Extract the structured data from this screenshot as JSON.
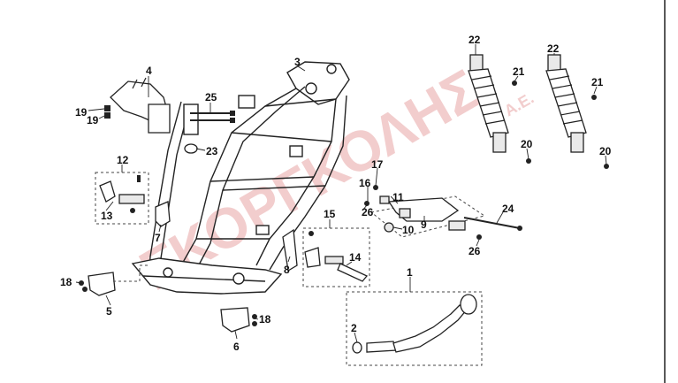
{
  "diagram": {
    "watermark": {
      "main": "ΓΚΟΡΓΚΟΛΗΣ",
      "suffix": "Α.Ε."
    },
    "callouts": {
      "c1": "1",
      "c2": "2",
      "c3": "3",
      "c4": "4",
      "c5": "5",
      "c6": "6",
      "c7": "7",
      "c8": "8",
      "c9": "9",
      "c10": "10",
      "c11": "11",
      "c12": "12",
      "c13": "13",
      "c14": "14",
      "c15": "15",
      "c16": "16",
      "c17": "17",
      "c18a": "18",
      "c18b": "18",
      "c19a": "19",
      "c19b": "19",
      "c20a": "20",
      "c20b": "20",
      "c21a": "21",
      "c21b": "21",
      "c22a": "22",
      "c22b": "22",
      "c23": "23",
      "c24": "24",
      "c25": "25",
      "c26a": "26",
      "c26b": "26"
    }
  }
}
